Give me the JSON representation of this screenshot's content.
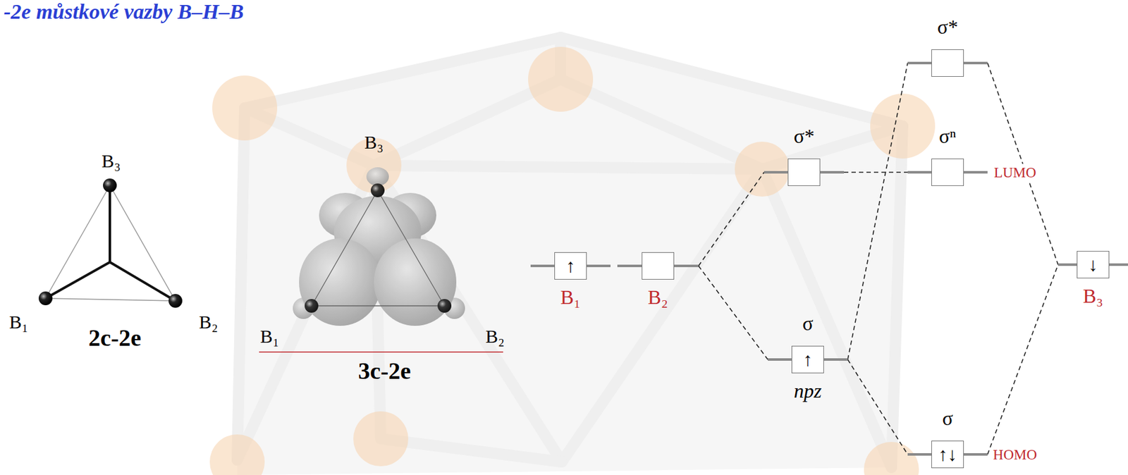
{
  "diagram": {
    "title": "-2e můstkové vazby B–H–B",
    "nodes": [
      {
        "text": [
          "↑",
          "B₁"
        ]
      },
      {
        "text": [
          "B₂"
        ]
      },
      {
        "text": [
          "σ*"
        ]
      },
      {
        "text": [
          "σ",
          "↑",
          "npz"
        ]
      },
      {
        "text": [
          "σ*"
        ]
      },
      {
        "text": [
          "σⁿ",
          "LUMO"
        ]
      },
      {
        "text": [
          "σ",
          "↑↓",
          "HOMO"
        ]
      },
      {
        "text": [
          "↓",
          "B₃"
        ]
      }
    ],
    "edges": [
      {
        "from": 1,
        "to": 2,
        "arrow": "none"
      },
      {
        "from": 1,
        "to": 3,
        "arrow": "none"
      },
      {
        "from": 2,
        "to": 5,
        "arrow": "none"
      },
      {
        "from": 3,
        "to": 4,
        "arrow": "none"
      },
      {
        "from": 3,
        "to": 6,
        "arrow": "none"
      },
      {
        "from": 4,
        "to": 7,
        "arrow": "none"
      },
      {
        "from": 6,
        "to": 7,
        "arrow": "none"
      }
    ],
    "labels": [
      "B₃",
      "B₁",
      "B₂",
      "2c-2e",
      "B₃",
      "B₁",
      "B₂",
      "3c-2e"
    ]
  }
}
